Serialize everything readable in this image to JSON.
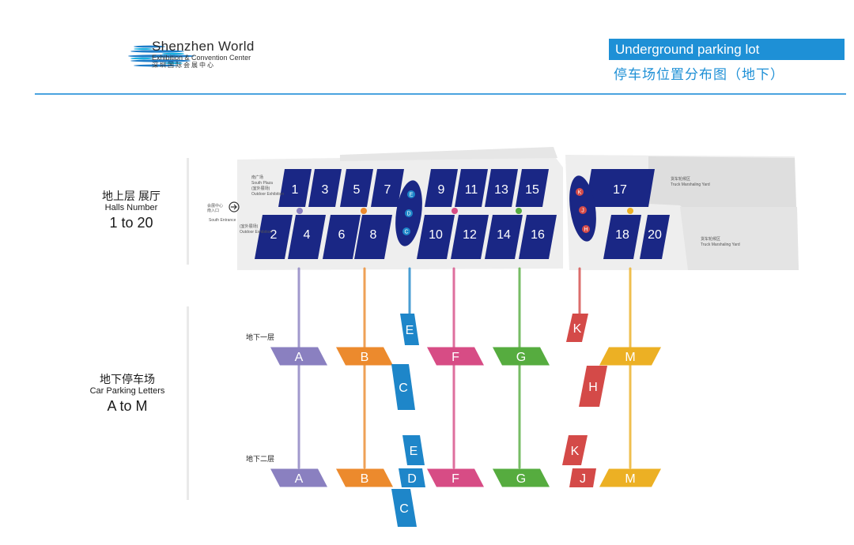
{
  "header": {
    "logo_title": "Shenzhen World",
    "logo_subtitle": "Exhibition & Convention Center",
    "logo_cn": "深圳国际会展中心",
    "banner_en": "Underground parking lot",
    "banner_cn": "停车场位置分布图（地下）"
  },
  "left_labels": {
    "halls_cn": "地上层 展厅",
    "halls_en": "Halls Number",
    "halls_range": "1 to 20",
    "parking_cn": "地下停车场",
    "parking_en": "Car Parking Letters",
    "parking_range": "A to M"
  },
  "map_labels": {
    "south_plaza_cn": "南广场",
    "south_plaza_en": "South Plaza",
    "outdoor_cn": "(室外展场)",
    "outdoor_en": "Outdoor Exhibition",
    "entrance_cn": "会展中心\n南入口",
    "entrance_en": "South Entrance",
    "truck_cn": "货车轮候区",
    "truck_en": "Truck Marshaling Yard"
  },
  "levels": {
    "b1": "地下一层",
    "b2": "地下二层"
  },
  "halls_top": [
    "1",
    "3",
    "5",
    "7",
    "9",
    "11",
    "13",
    "15",
    "17"
  ],
  "halls_bottom": [
    "2",
    "4",
    "6",
    "8",
    "10",
    "12",
    "14",
    "16",
    "18",
    "20"
  ],
  "bubbles": [
    "E",
    "D",
    "C",
    "K",
    "J",
    "H"
  ],
  "parking_b1": [
    "A",
    "B",
    "E",
    "C",
    "F",
    "G",
    "K",
    "H",
    "M"
  ],
  "parking_b2": [
    "A",
    "B",
    "E",
    "D",
    "C",
    "F",
    "G",
    "K",
    "J",
    "M"
  ],
  "colors": {
    "hall": "#1a2785",
    "A": "#8a80c0",
    "B": "#ec8a2d",
    "CDE": "#1e86c9",
    "F": "#d74c85",
    "G": "#56ac3f",
    "HJK": "#d44a48",
    "M": "#ecb024",
    "accent": "#1e90d6"
  }
}
